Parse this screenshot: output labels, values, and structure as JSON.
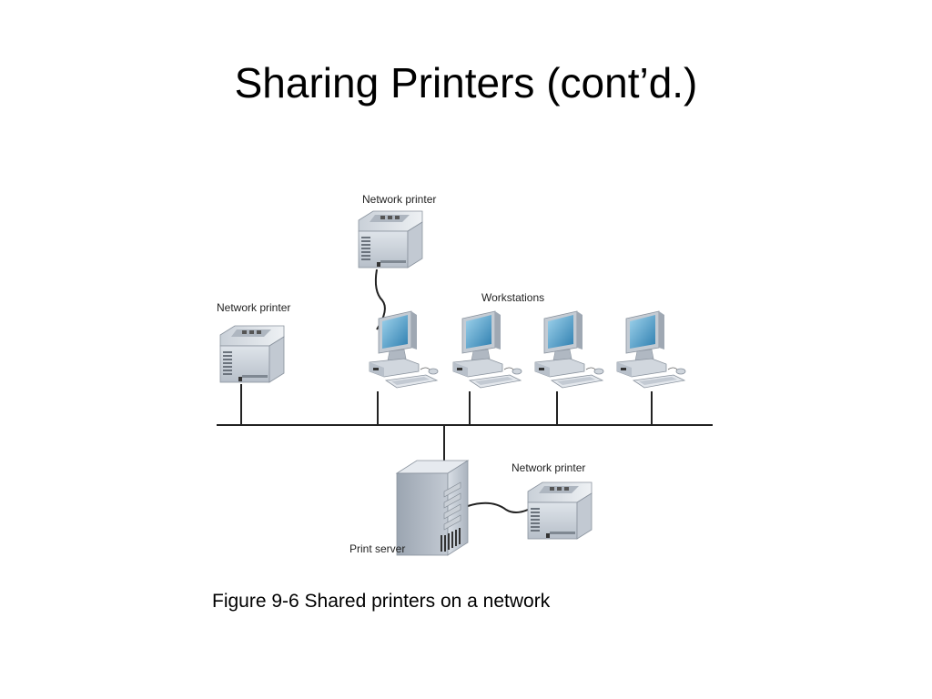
{
  "slide": {
    "title": "Sharing Printers (cont’d.)",
    "caption": "Figure 9-6 Shared printers on a network"
  },
  "diagram": {
    "labels": {
      "printer_top": "Network printer",
      "printer_left": "Network printer",
      "workstations": "Workstations",
      "printer_bottom": "Network printer",
      "print_server": "Print server"
    },
    "nodes": [
      {
        "id": "printer-top",
        "kind": "printer",
        "label_key": "printer_top"
      },
      {
        "id": "printer-left",
        "kind": "printer",
        "label_key": "printer_left"
      },
      {
        "id": "workstation-1",
        "kind": "workstation"
      },
      {
        "id": "workstation-2",
        "kind": "workstation"
      },
      {
        "id": "workstation-3",
        "kind": "workstation"
      },
      {
        "id": "workstation-4",
        "kind": "workstation"
      },
      {
        "id": "print-server",
        "kind": "server",
        "label_key": "print_server"
      },
      {
        "id": "printer-bottom",
        "kind": "printer",
        "label_key": "printer_bottom"
      }
    ],
    "links": [
      {
        "from": "printer-top",
        "to": "workstation-1"
      },
      {
        "from": "printer-left",
        "to": "network-bus"
      },
      {
        "from": "workstation-1",
        "to": "network-bus"
      },
      {
        "from": "workstation-2",
        "to": "network-bus"
      },
      {
        "from": "workstation-3",
        "to": "network-bus"
      },
      {
        "from": "workstation-4",
        "to": "network-bus"
      },
      {
        "from": "print-server",
        "to": "network-bus"
      },
      {
        "from": "print-server",
        "to": "printer-bottom"
      }
    ]
  }
}
